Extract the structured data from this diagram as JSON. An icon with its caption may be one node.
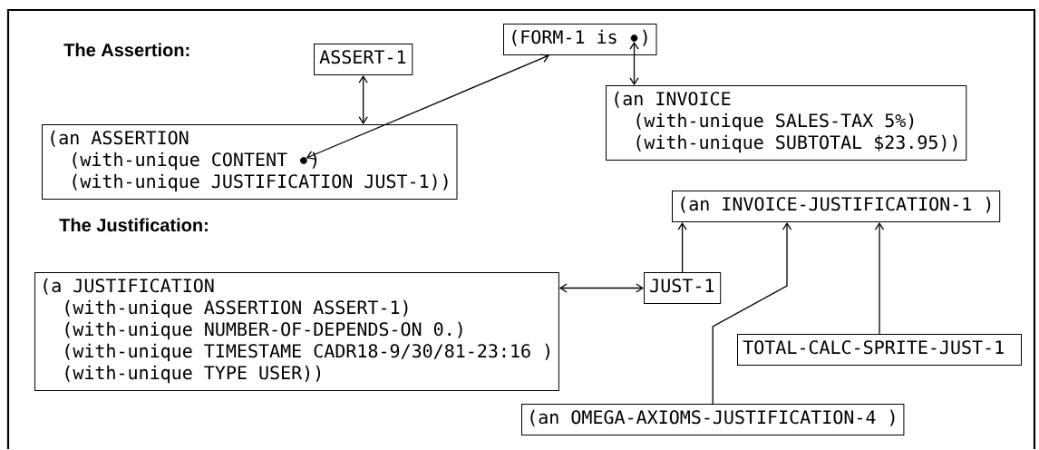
{
  "diagram": {
    "nodes": [
      {
        "text": [
          "ASSERT-1"
        ]
      },
      {
        "text": [
          "(FORM-1 is",
          ")"
        ]
      },
      {
        "text": [],
        "shape": "circle",
        "in": 1
      },
      {
        "text": [
          "(an INVOICE",
          "(with-unique SALES-TAX 5%)",
          "(with-unique SUBTOTAL $23.95))"
        ]
      },
      {
        "text": [
          "(an ASSERTION",
          "(with-unique CONTENT",
          ")",
          "(with-unique JUSTIFICATION JUST-1))"
        ]
      },
      {
        "text": [],
        "shape": "circle",
        "in": 4
      },
      {
        "text": [
          "(an INVOICE-JUSTIFICATION-1 )"
        ]
      },
      {
        "text": [
          "JUST-1"
        ]
      },
      {
        "text": [
          "(a JUSTIFICATION",
          "(with-unique ASSERTION ASSERT-1)",
          "(with-unique NUMBER-OF-DEPENDS-ON 0.)",
          "(with-unique TIMESTAME CADR18-9/30/81-23:16 )",
          "(with-unique TYPE USER))"
        ]
      },
      {
        "text": [
          "TOTAL-CALC-SPRITE-JUST-1"
        ]
      },
      {
        "text": [
          "(an OMEGA-AXIOMS-JUSTIFICATION-4 )"
        ]
      }
    ],
    "edges": [
      {
        "from": 0,
        "to": 4,
        "arrow": "both"
      },
      {
        "from": 5,
        "to": 1,
        "arrow": "both"
      },
      {
        "from": 2,
        "to": 3,
        "arrow": "both"
      },
      {
        "from": 8,
        "to": 7,
        "arrow": "both"
      },
      {
        "from": 7,
        "to": 6,
        "arrow": "to"
      },
      {
        "from": 10,
        "to": 6,
        "arrow": "to"
      },
      {
        "from": 9,
        "to": 6,
        "arrow": "to"
      }
    ],
    "labels": [
      "The Assertion:",
      "The Justification:"
    ]
  }
}
